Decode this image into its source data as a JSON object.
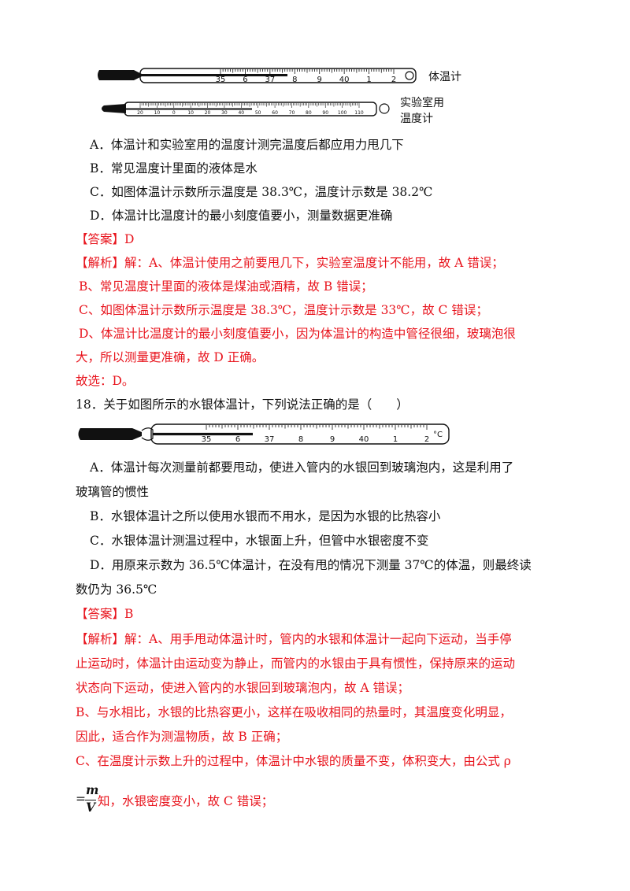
{
  "figure1": {
    "body_label": "体温计",
    "lab_label_1": "实验室用",
    "lab_label_2": "温度计",
    "body_ticks": [
      "35",
      "6",
      "37",
      "8",
      "9",
      "40",
      "1",
      "2"
    ],
    "lab_ticks": [
      "20",
      "10",
      "0",
      "10",
      "20",
      "30",
      "40",
      "50",
      "60",
      "70",
      "80",
      "90",
      "100",
      "110"
    ]
  },
  "q17": {
    "option_a": "A．体温计和实验室用的温度计测完温度后都应用力甩几下",
    "option_b": "B．常见温度计里面的液体是水",
    "option_c": "C．如图体温计示数所示温度是 38.3℃，温度计示数是 38.2℃",
    "option_d": "D．体温计比温度计的最小刻度值要小，测量数据更准确",
    "answer_tag": "【答案】",
    "answer": "D",
    "analysis_tag": "【解析】",
    "analysis_1": "解：A、体温计使用之前要甩几下，实验室温度计不能用，故 A 错误；",
    "analysis_2": "B、常见温度计里面的液体是煤油或酒精，故 B 错误；",
    "analysis_3": "C、如图体温计示数所示温度是 38.3℃，温度计示数是 33℃，故 C 错误；",
    "analysis_4": "D、体温计比温度计的最小刻度值要小，因为体温计的构造中管径很细，玻璃泡很",
    "analysis_5": "大，所以测量更准确，故 D 正确。",
    "choice": "故选：D。"
  },
  "q18": {
    "stem": "18．关于如图所示的水银体温计，下列说法正确的是（　　）",
    "figure_ticks": [
      "35",
      "6",
      "37",
      "8",
      "9",
      "40",
      "1",
      "2"
    ],
    "figure_unit": "°C",
    "option_a_1": "A．体温计每次测量前都要甩动，使进入管内的水银回到玻璃泡内，这是利用了",
    "option_a_2": "玻璃管的惯性",
    "option_b": "B．水银体温计之所以使用水银而不用水，是因为水银的比热容小",
    "option_c": "C．水银体温计测温过程中，水银面上升，但管中水银密度不变",
    "option_d_1": "D．用原来示数为 36.5℃体温计，在没有甩的情况下测量 37℃的体温，则最终读",
    "option_d_2": "数仍为 36.5℃",
    "answer_tag": "【答案】",
    "answer": "B",
    "analysis_tag": "【解析】",
    "analysis_1": "解：A、用手甩动体温计时，管内的水银和体温计一起向下运动，当手停",
    "analysis_2": "止运动时，体温计由运动变为静止，而管内的水银由于具有惯性，保持原来的运动",
    "analysis_3": "状态向下运动，使进入管内的水银回到玻璃泡内，故 A 错误；",
    "analysis_4": "B、与水相比，水银的比热容更小，这样在吸收相同的热量时，其温度变化明显，",
    "analysis_5": "因此，适合作为测温物质，故 B 正确；",
    "analysis_6": "C、在温度计示数上升的过程中，体温计中水银的质量不变，体积变大，由公式 ρ",
    "formula_eq": "=",
    "formula_num": "m",
    "formula_den": "V",
    "analysis_7": "知，水银密度变小，故 C 错误；"
  }
}
